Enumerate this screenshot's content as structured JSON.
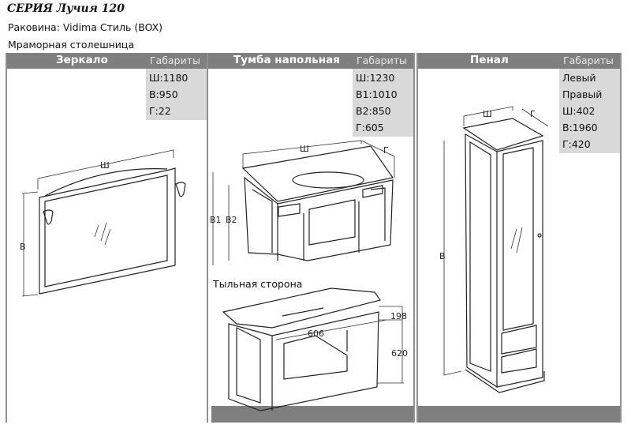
{
  "header": {
    "series": "СЕРИЯ Лучия 120",
    "sink": "Раковина: Vidima Стиль (BOX)",
    "top": "Мраморная столешница"
  },
  "columns": [
    {
      "name": "Зеркало",
      "gab_label": "Габариты",
      "dims": [
        "Ш:1180",
        "В:950",
        "Г:22"
      ]
    },
    {
      "name": "Тумба напольная",
      "gab_label": "Габариты",
      "dims": [
        "Ш:1230",
        "В1:1010",
        "В2:850",
        "Г:605"
      ],
      "back_label": "Тыльная сторона",
      "back_dims": [
        "198",
        "606",
        "620"
      ]
    },
    {
      "name": "Пенал",
      "gab_label": "Габариты",
      "dims": [
        "Левый",
        "Правый",
        "Ш:402",
        "В:1960",
        "Г:420"
      ]
    }
  ],
  "drawing_labels": {
    "w": "Ш",
    "h": "В",
    "d": "Г",
    "h1": "В1",
    "h2": "В2"
  }
}
